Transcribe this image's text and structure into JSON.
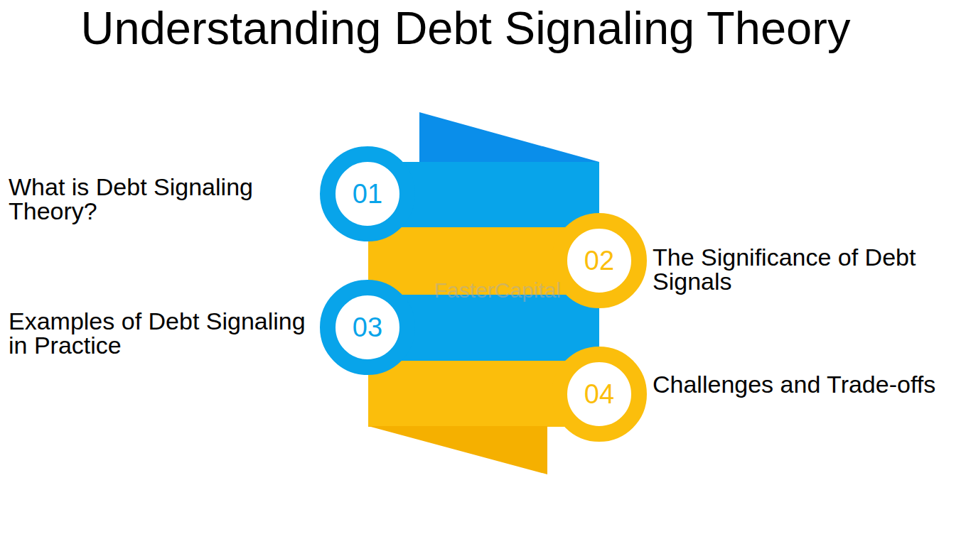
{
  "diagram": {
    "title": "Understanding Debt Signaling Theory",
    "nodes": [
      {
        "text": [
          "01"
        ]
      },
      {
        "text": [
          "02"
        ]
      },
      {
        "text": [
          "03"
        ]
      },
      {
        "text": [
          "04"
        ]
      }
    ],
    "edges": [],
    "labels": [
      "What is Debt Signaling Theory?",
      "The Significance of Debt Signals",
      "Examples of Debt Signaling in Practice",
      "Challenges and Trade-offs",
      "FasterCapital"
    ]
  }
}
